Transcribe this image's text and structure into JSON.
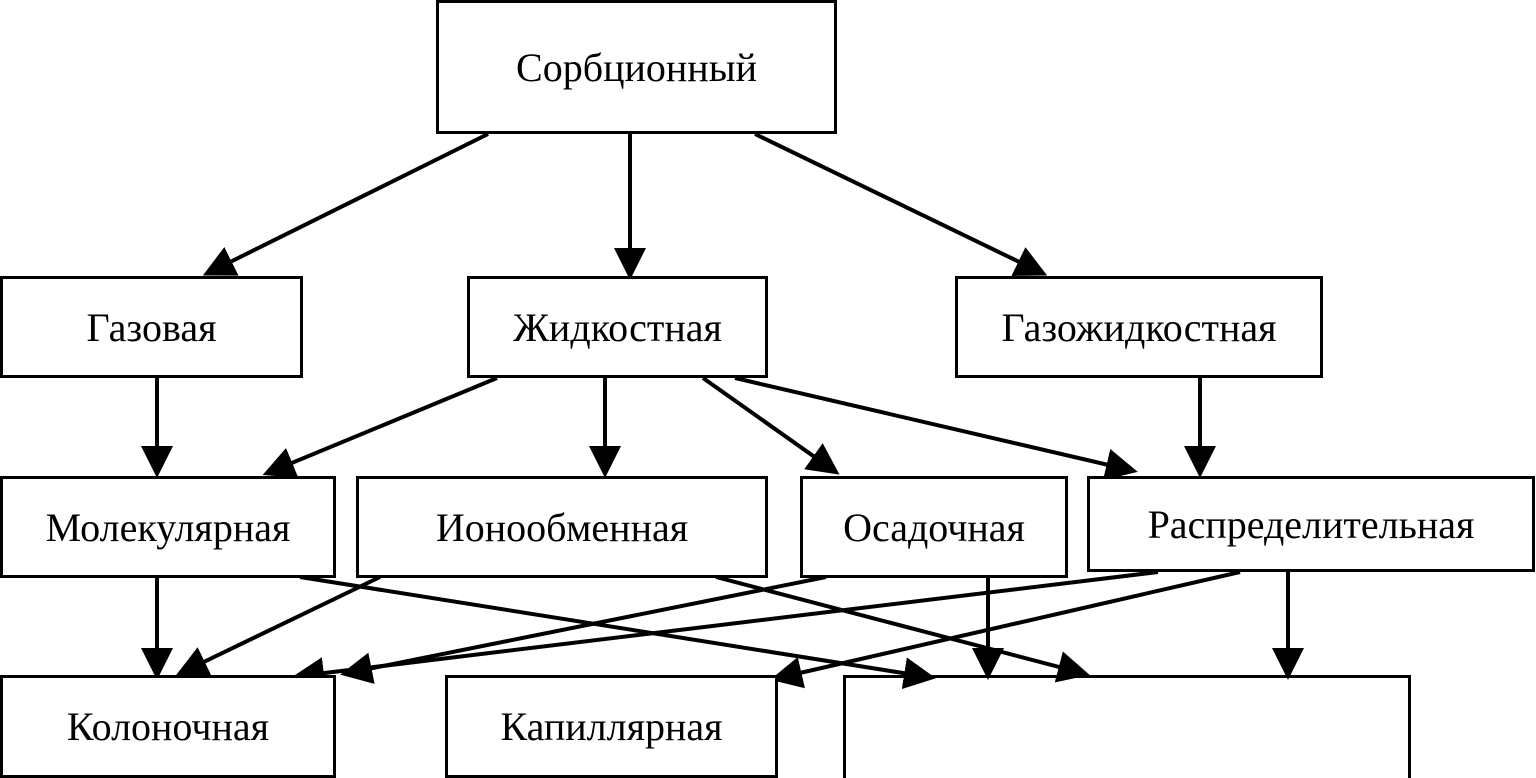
{
  "diagram": {
    "nodes": {
      "root": "Сорбционный",
      "gas": "Газовая",
      "liquid": "Жидкостная",
      "gas_liquid": "Газожидкостная",
      "molecular": "Молекулярная",
      "ion_exchange": "Ионообменная",
      "sedimentation": "Осадочная",
      "distribution": "Распределительная",
      "column": "Колоночная",
      "capillary": "Капиллярная",
      "planar": ""
    },
    "edges": [
      [
        "root",
        "gas"
      ],
      [
        "root",
        "liquid"
      ],
      [
        "root",
        "gas_liquid"
      ],
      [
        "gas",
        "molecular"
      ],
      [
        "liquid",
        "molecular"
      ],
      [
        "liquid",
        "ion_exchange"
      ],
      [
        "liquid",
        "sedimentation"
      ],
      [
        "liquid",
        "distribution"
      ],
      [
        "gas_liquid",
        "distribution"
      ],
      [
        "molecular",
        "column"
      ],
      [
        "molecular",
        "planar"
      ],
      [
        "ion_exchange",
        "column"
      ],
      [
        "ion_exchange",
        "planar"
      ],
      [
        "sedimentation",
        "column"
      ],
      [
        "sedimentation",
        "planar"
      ],
      [
        "distribution",
        "column"
      ],
      [
        "distribution",
        "capillary"
      ],
      [
        "distribution",
        "planar"
      ]
    ],
    "colors": {
      "stroke": "#000000",
      "background": "#ffffff"
    }
  }
}
